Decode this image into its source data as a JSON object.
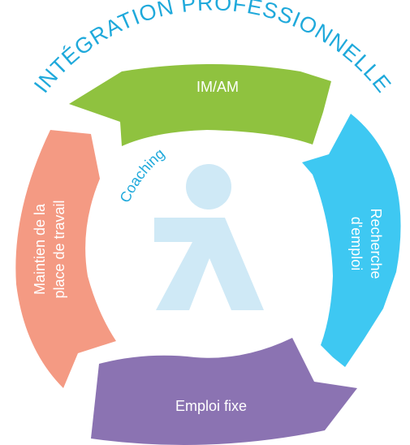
{
  "title": "INTÉGRATION PROFESSIONNELLE",
  "center_label": "Coaching",
  "segments": [
    {
      "label": "IM/AM",
      "color": "#8fc23f"
    },
    {
      "label": "Recherche",
      "label2": "d'emploi",
      "color": "#3ec8f2"
    },
    {
      "label": "Emploi fixe",
      "color": "#8b73b2"
    },
    {
      "label": "Maintien de la",
      "label2": "place de travail",
      "color": "#f49a83"
    }
  ],
  "colors": {
    "title": "#1fa9db",
    "coaching": "#1fa9db",
    "figure": "#cfe9f6",
    "segment_text": "#ffffff"
  },
  "icons": {
    "figure": "person-icon"
  }
}
